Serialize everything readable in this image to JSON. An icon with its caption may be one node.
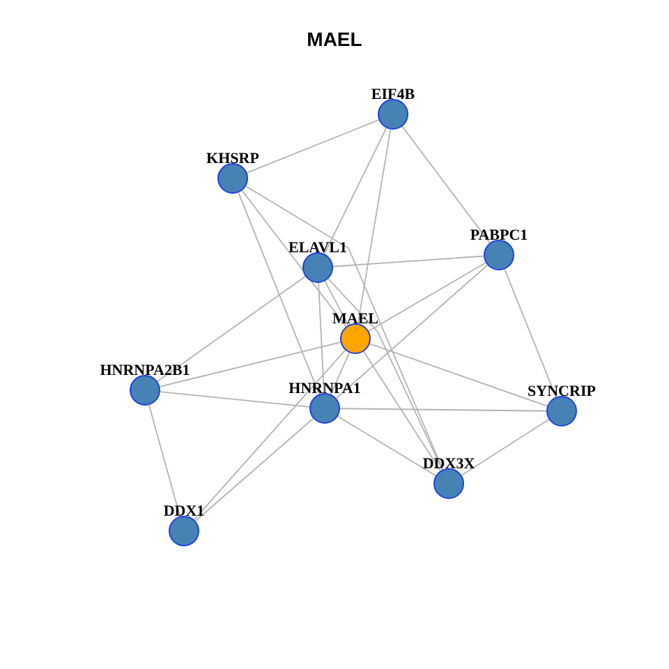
{
  "diagram": {
    "title": "MAEL",
    "nodes": [
      {
        "text": [
          "EIF4B"
        ]
      },
      {
        "text": [
          "KHSRP"
        ]
      },
      {
        "text": [
          "PABPC1"
        ]
      },
      {
        "text": [
          "ELAVL1"
        ]
      },
      {
        "text": [
          "MAEL"
        ]
      },
      {
        "text": [
          "HNRNPA2B1"
        ]
      },
      {
        "text": [
          "HNRNPA1"
        ]
      },
      {
        "text": [
          "SYNCRIP"
        ]
      },
      {
        "text": [
          "DDX3X"
        ]
      },
      {
        "text": [
          "DDX1"
        ]
      }
    ],
    "edges": [
      {
        "from": 0,
        "to": 1,
        "arrow": "none"
      },
      {
        "from": 0,
        "to": 3,
        "arrow": "none"
      },
      {
        "from": 0,
        "to": 4,
        "arrow": "none"
      },
      {
        "from": 0,
        "to": 2,
        "arrow": "none"
      },
      {
        "from": 1,
        "to": 6,
        "arrow": "none"
      },
      {
        "from": 1,
        "to": 4,
        "arrow": "none"
      },
      {
        "from": 1,
        "to": 8,
        "arrow": "none"
      },
      {
        "from": 3,
        "to": 2,
        "arrow": "none"
      },
      {
        "from": 3,
        "to": 5,
        "arrow": "none"
      },
      {
        "from": 3,
        "to": 6,
        "arrow": "none"
      },
      {
        "from": 3,
        "to": 4,
        "arrow": "none"
      },
      {
        "from": 3,
        "to": 8,
        "arrow": "none"
      },
      {
        "from": 2,
        "to": 4,
        "arrow": "none"
      },
      {
        "from": 2,
        "to": 6,
        "arrow": "none"
      },
      {
        "from": 2,
        "to": 7,
        "arrow": "none"
      },
      {
        "from": 4,
        "to": 5,
        "arrow": "none"
      },
      {
        "from": 4,
        "to": 6,
        "arrow": "none"
      },
      {
        "from": 4,
        "to": 7,
        "arrow": "none"
      },
      {
        "from": 4,
        "to": 8,
        "arrow": "none"
      },
      {
        "from": 4,
        "to": 9,
        "arrow": "none"
      },
      {
        "from": 5,
        "to": 6,
        "arrow": "none"
      },
      {
        "from": 5,
        "to": 9,
        "arrow": "none"
      },
      {
        "from": 6,
        "to": 7,
        "arrow": "none"
      },
      {
        "from": 6,
        "to": 8,
        "arrow": "none"
      },
      {
        "from": 6,
        "to": 9,
        "arrow": "none"
      },
      {
        "from": 7,
        "to": 8,
        "arrow": "none"
      }
    ]
  }
}
